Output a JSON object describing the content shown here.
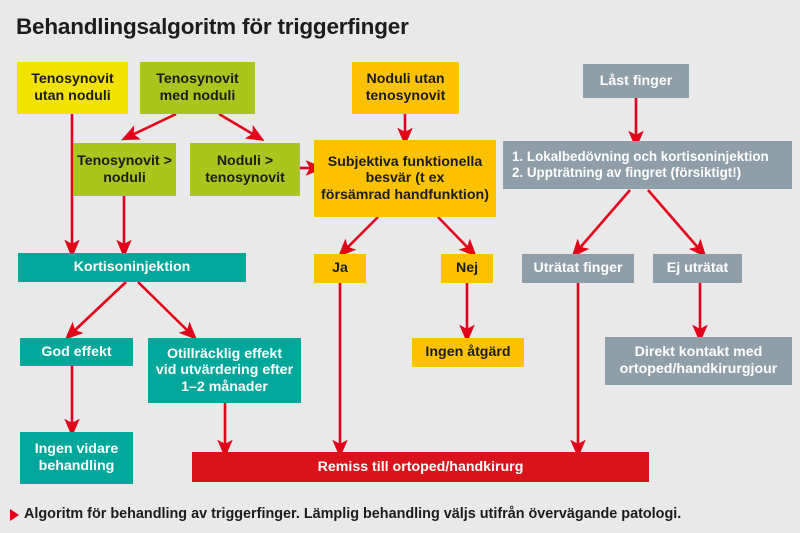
{
  "page": {
    "title": "Behandlingsalgoritm för triggerfinger",
    "caption": "Algoritm för behandling av triggerfinger. Lämplig behandling väljs utifrån övervägande patologi.",
    "background_color": "#e9e9e9"
  },
  "colors": {
    "yellow": "#f2e200",
    "green": "#aac51e",
    "amber": "#fcc200",
    "teal": "#00a79a",
    "gray_blue": "#8f9faa",
    "red": "#d9121c",
    "arrow_red": "#e2001a",
    "text_dark": "#1c1c1c",
    "text_light": "#ffffff"
  },
  "chart_data": {
    "type": "diagram",
    "title": "Behandlingsalgoritm för triggerfinger",
    "nodes": [
      {
        "id": "tenosynovit-utan-noduli",
        "label": "Tenosynovit\nutan noduli",
        "color": "yellow"
      },
      {
        "id": "tenosynovit-med-noduli",
        "label": "Tenosynovit\nmed noduli",
        "color": "green"
      },
      {
        "id": "noduli-utan-tenosynovit",
        "label": "Noduli utan\ntenosynovit",
        "color": "amber"
      },
      {
        "id": "last-finger",
        "label": "Låst finger",
        "color": "gray_blue"
      },
      {
        "id": "tenosynovit-storre-noduli",
        "label": "Tenosynovit >\nnoduli",
        "color": "green"
      },
      {
        "id": "noduli-storre-tenosynovit",
        "label": "Noduli >\ntenosynovit",
        "color": "green"
      },
      {
        "id": "subjektiva-besvar",
        "label": "Subjektiva funktionella\nbesvär (t ex\nförsämrad handfunktion)",
        "color": "amber"
      },
      {
        "id": "lokalbedovning-steg",
        "label": "1. Lokalbedövning och kortisoninjektion\n2. Uppträtning av fingret (försiktigt!)",
        "color": "gray_blue"
      },
      {
        "id": "kortisoninjektion",
        "label": "Kortisoninjektion",
        "color": "teal"
      },
      {
        "id": "ja",
        "label": "Ja",
        "color": "amber"
      },
      {
        "id": "nej",
        "label": "Nej",
        "color": "amber"
      },
      {
        "id": "utratat-finger",
        "label": "Uträtat finger",
        "color": "gray_blue"
      },
      {
        "id": "ej-utratat",
        "label": "Ej uträtat",
        "color": "gray_blue"
      },
      {
        "id": "god-effekt",
        "label": "God effekt",
        "color": "teal"
      },
      {
        "id": "otillracklig-effekt",
        "label": "Otillräcklig effekt\nvid utvärdering efter\n1–2 månader",
        "color": "teal"
      },
      {
        "id": "ingen-atgard",
        "label": "Ingen åtgärd",
        "color": "amber"
      },
      {
        "id": "direkt-kontakt",
        "label": "Direkt kontakt med\nortoped/handkirurgjour",
        "color": "gray_blue"
      },
      {
        "id": "ingen-vidare-behandling",
        "label": "Ingen vidare\nbehandling",
        "color": "teal"
      },
      {
        "id": "remiss",
        "label": "Remiss till ortoped/handkirurg",
        "color": "red"
      }
    ],
    "edges": [
      {
        "from": "tenosynovit-utan-noduli",
        "to": "kortisoninjektion"
      },
      {
        "from": "tenosynovit-med-noduli",
        "to": "tenosynovit-storre-noduli"
      },
      {
        "from": "tenosynovit-med-noduli",
        "to": "noduli-storre-tenosynovit"
      },
      {
        "from": "tenosynovit-storre-noduli",
        "to": "kortisoninjektion"
      },
      {
        "from": "noduli-storre-tenosynovit",
        "to": "subjektiva-besvar"
      },
      {
        "from": "noduli-utan-tenosynovit",
        "to": "subjektiva-besvar"
      },
      {
        "from": "subjektiva-besvar",
        "to": "ja"
      },
      {
        "from": "subjektiva-besvar",
        "to": "nej"
      },
      {
        "from": "last-finger",
        "to": "lokalbedovning-steg"
      },
      {
        "from": "lokalbedovning-steg",
        "to": "utratat-finger"
      },
      {
        "from": "lokalbedovning-steg",
        "to": "ej-utratat"
      },
      {
        "from": "kortisoninjektion",
        "to": "god-effekt"
      },
      {
        "from": "kortisoninjektion",
        "to": "otillracklig-effekt"
      },
      {
        "from": "god-effekt",
        "to": "ingen-vidare-behandling"
      },
      {
        "from": "otillracklig-effekt",
        "to": "remiss"
      },
      {
        "from": "nej",
        "to": "ingen-atgard"
      },
      {
        "from": "ja",
        "to": "remiss"
      },
      {
        "from": "ej-utratat",
        "to": "direkt-kontakt"
      },
      {
        "from": "utratat-finger",
        "to": "remiss"
      }
    ]
  }
}
